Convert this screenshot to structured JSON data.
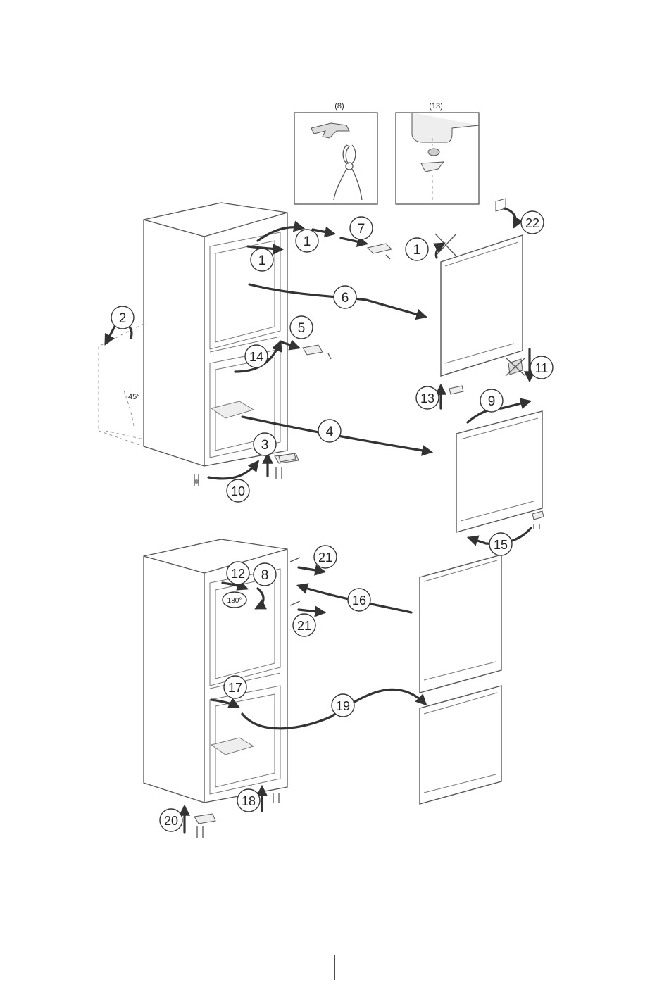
{
  "inset_labels": {
    "left": "(8)",
    "right": "(13)"
  },
  "angle_label": "45°",
  "rotation_label": "180°",
  "steps": {
    "s1a": "1",
    "s1b": "1",
    "s1c": "1",
    "s2": "2",
    "s3": "3",
    "s4": "4",
    "s5": "5",
    "s6": "6",
    "s7": "7",
    "s8": "8",
    "s9": "9",
    "s10": "10",
    "s11": "11",
    "s12": "12",
    "s13": "13",
    "s14": "14",
    "s15": "15",
    "s16": "16",
    "s17": "17",
    "s18": "18",
    "s19": "19",
    "s20": "20",
    "s21a": "21",
    "s21b": "21",
    "s22": "22"
  }
}
